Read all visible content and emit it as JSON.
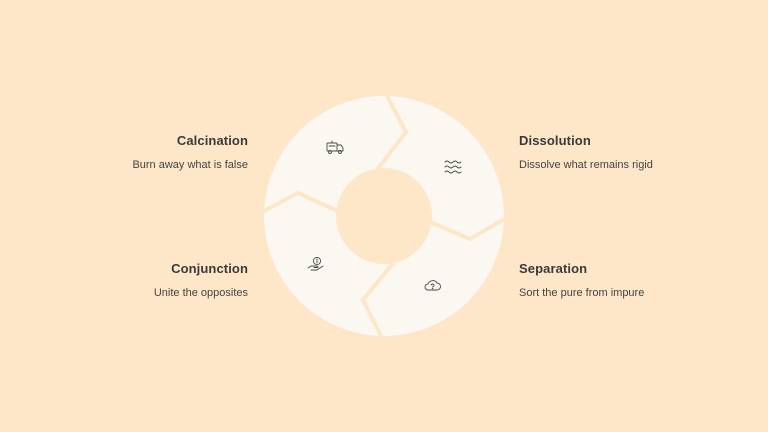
{
  "diagram": {
    "stages": [
      {
        "id": "calcination",
        "title": "Calcination",
        "description": "Burn away what is false",
        "icon": "fire-truck-icon"
      },
      {
        "id": "dissolution",
        "title": "Dissolution",
        "description": "Dissolve what remains rigid",
        "icon": "waves-icon"
      },
      {
        "id": "separation",
        "title": "Separation",
        "description": "Sort the pure from impure",
        "icon": "cloud-question-icon"
      },
      {
        "id": "conjunction",
        "title": "Conjunction",
        "description": "Unite the opposites",
        "icon": "hand-coin-icon"
      }
    ]
  },
  "colors": {
    "background": "#fde7c8",
    "segment": "#fbf7f1",
    "text": "#3b3b3b"
  }
}
